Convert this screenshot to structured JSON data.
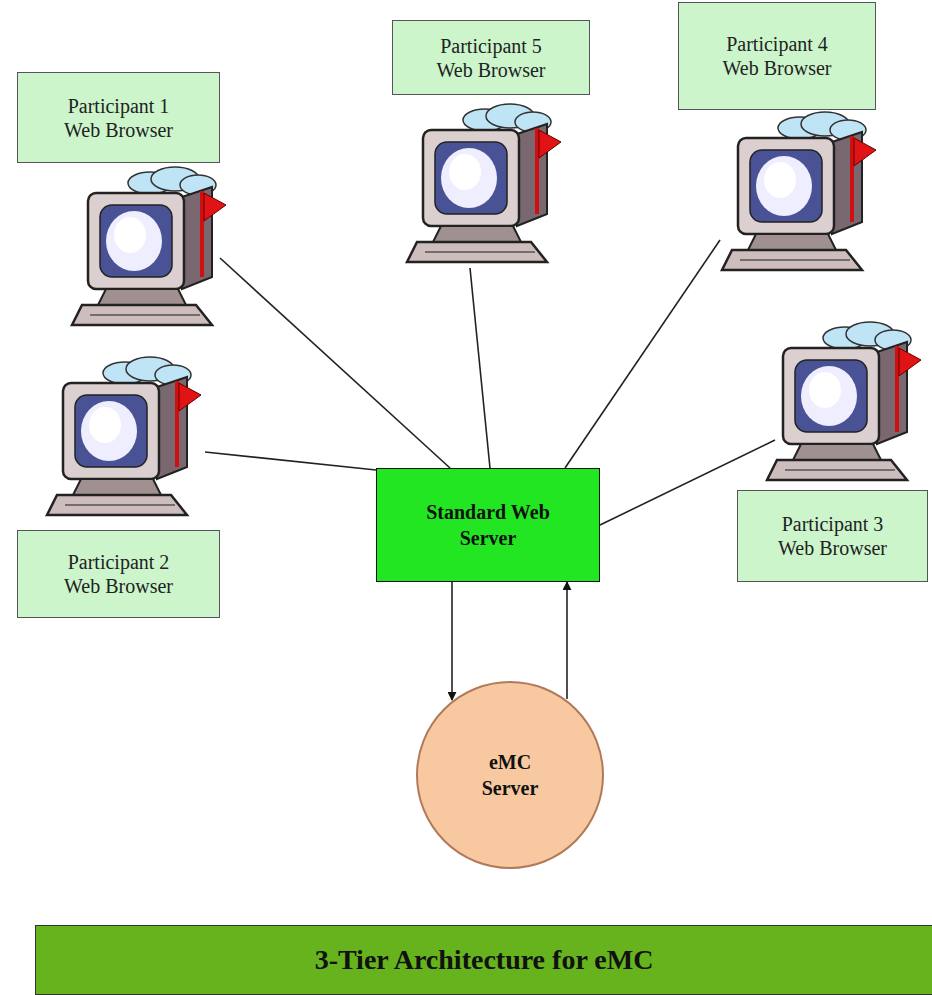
{
  "diagram": {
    "title": "3-Tier Architecture for eMC",
    "nodes": [
      {
        "text": [
          "Participant 1 Web Browser"
        ]
      },
      {
        "text": [
          "Participant 2 Web Browser"
        ]
      },
      {
        "text": [
          "Participant 3 Web Browser"
        ]
      },
      {
        "text": [
          "Participant 4 Web Browser"
        ]
      },
      {
        "text": [
          "Participant 5 Web Browser"
        ]
      },
      {
        "text": [
          "Standard Web Server"
        ]
      },
      {
        "text": [
          "eMC Server"
        ]
      }
    ],
    "edges": [
      {
        "from": 0,
        "to": 5,
        "arrow": "none"
      },
      {
        "from": 1,
        "to": 5,
        "arrow": "none"
      },
      {
        "from": 2,
        "to": 5,
        "arrow": "none"
      },
      {
        "from": 3,
        "to": 5,
        "arrow": "none"
      },
      {
        "from": 4,
        "to": 5,
        "arrow": "none"
      },
      {
        "from": 5,
        "to": 6,
        "arrow": "to"
      },
      {
        "from": 6,
        "to": 5,
        "arrow": "to"
      }
    ]
  }
}
